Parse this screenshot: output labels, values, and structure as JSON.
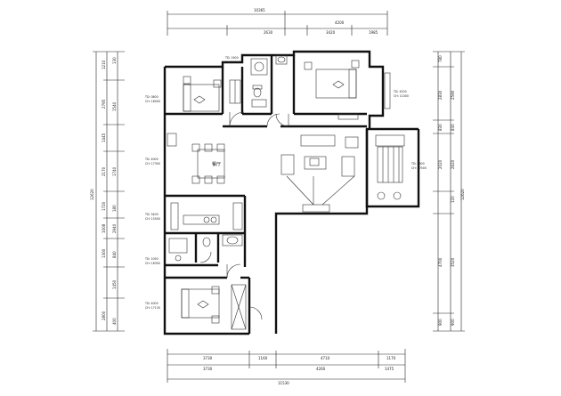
{
  "dimensions": {
    "top_total": "10365",
    "top_right_span": "4200",
    "top_a": "2630",
    "top_b": "3420",
    "top_c": "1985",
    "bottom_total": "11530",
    "bottom_row1": [
      "3730",
      "1160",
      "4710",
      "1170"
    ],
    "bottom_row2": [
      "3730",
      "4260",
      "1475"
    ],
    "left_total": "12620",
    "left_segments": [
      "1210",
      "2795",
      "1445",
      "2170",
      "1720",
      "1008",
      "1300",
      "2800"
    ],
    "left_inner": [
      "130",
      "1540",
      "1740",
      "180",
      "2940",
      "840",
      "1450",
      "400"
    ],
    "right_total": "12620",
    "right_segments": [
      "780",
      "2830",
      "830",
      "2020",
      "4700",
      "900"
    ],
    "right_inner": [
      "2590",
      "830",
      "2620",
      "120",
      "3520",
      "900"
    ]
  },
  "room_notes": {
    "bedroom1": [
      "TD: 0800",
      "CH: 16000"
    ],
    "bedroom2": [
      "TD: 4200",
      "CH: 11000"
    ],
    "top_mid": [
      "TD: 1900",
      "CH: 14140"
    ],
    "dining": [
      "TD: 4000",
      "CH: 17300"
    ],
    "kitchen": [
      "TD: 3400",
      "CH: 15500"
    ],
    "bath2": [
      "TD: 1050",
      "CH: 16300"
    ],
    "bedroom3": [
      "TD: 4000",
      "CH: 17130"
    ],
    "balcony": [
      "TD: 5900",
      "CH: 17500"
    ]
  },
  "labels": {
    "dining": "餐厅"
  },
  "colors": {
    "wall": "#111111",
    "line": "#333333"
  }
}
